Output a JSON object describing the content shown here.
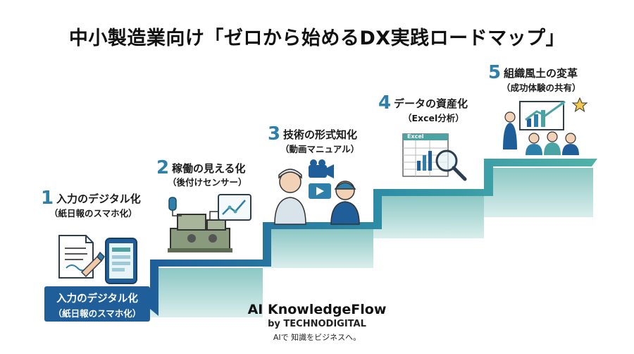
{
  "title": "中小製造業向け「ゼロから始めるDX実践ロードマップ」",
  "steps": [
    {
      "number": "1",
      "title": "入力のデジタル化",
      "subtitle": "（紙日報のスマホ化）"
    },
    {
      "number": "2",
      "title": "稼働の見える化",
      "subtitle": "（後付けセンサー）"
    },
    {
      "number": "3",
      "title": "技術の形式知化",
      "subtitle": "（動画マニュアル）"
    },
    {
      "number": "4",
      "title": "データの資産化",
      "subtitle": "（Excel分析）"
    },
    {
      "number": "5",
      "title": "組織風土の変革",
      "subtitle": "（成功体験の共有）"
    }
  ],
  "badge": {
    "line1": "入力のデジタル化",
    "line2": "（紙日報のスマホ化）"
  },
  "brand": {
    "name": "AI KnowledgeFlow",
    "byline": "by TECHNODIGITAL",
    "tagline": "AIで 知識をビジネスへ。"
  },
  "spreadsheet_label": "Excel",
  "colors": {
    "primary": "#1f5e99",
    "accent": "#2e7fa9",
    "teal": "#4ba3a3",
    "light": "#a8d4cf"
  },
  "icons": [
    "paper-report-icon",
    "smartphone-icon",
    "sensor-machine-icon",
    "video-camera-icon",
    "spreadsheet-icon",
    "presentation-icon",
    "star-icon"
  ]
}
